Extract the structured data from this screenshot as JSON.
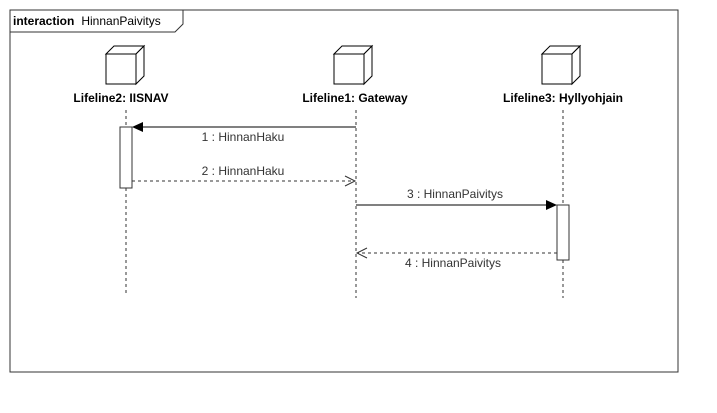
{
  "frame": {
    "keyword": "interaction",
    "name": "HinnanPaivitys"
  },
  "lifelines": [
    {
      "id": "iisnav",
      "label": "Lifeline2: IISNAV"
    },
    {
      "id": "gateway",
      "label": "Lifeline1: Gateway"
    },
    {
      "id": "hyllyohjain",
      "label": "Lifeline3: Hyllyohjain"
    }
  ],
  "messages": [
    {
      "label": "1 : HinnanHaku",
      "from": "gateway",
      "to": "iisnav",
      "kind": "sync"
    },
    {
      "label": "2 : HinnanHaku",
      "from": "iisnav",
      "to": "gateway",
      "kind": "return"
    },
    {
      "label": "3 : HinnanPaivitys",
      "from": "gateway",
      "to": "hyllyohjain",
      "kind": "sync"
    },
    {
      "label": "4 : HinnanPaivitys",
      "from": "hyllyohjain",
      "to": "gateway",
      "kind": "return"
    }
  ],
  "colors": {
    "line": "#000000",
    "lifeline": "#333333",
    "text": "#333333"
  }
}
